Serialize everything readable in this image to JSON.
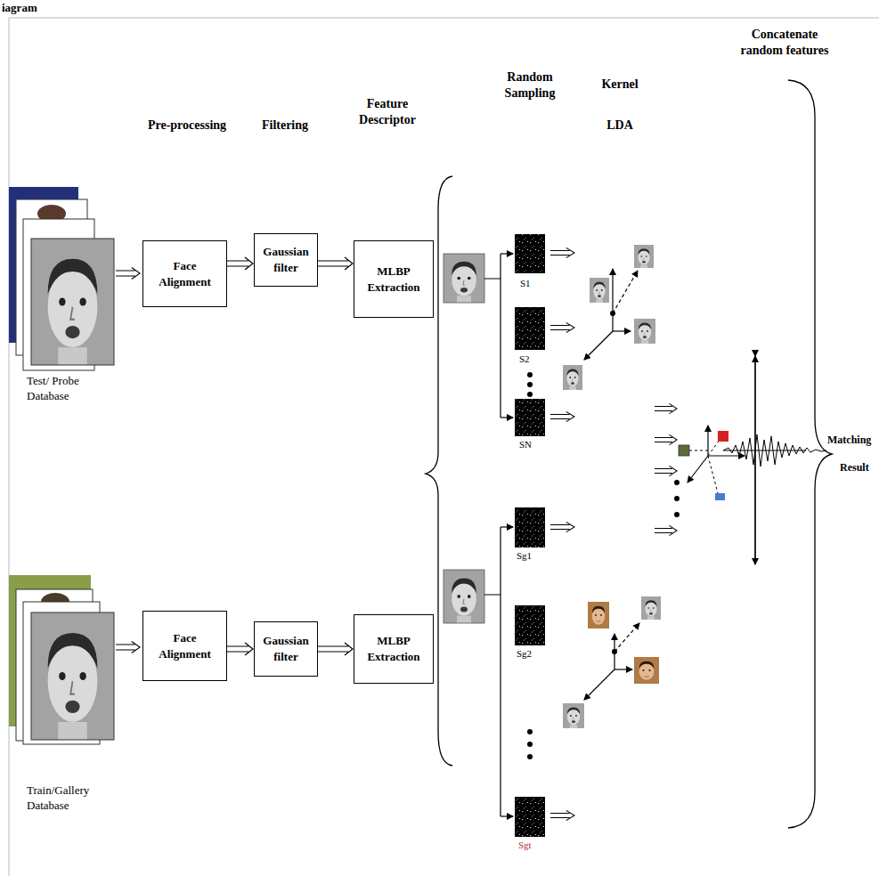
{
  "diagram": {
    "nodes": [
      {
        "text": [
          "Face Alignment"
        ]
      },
      {
        "text": [
          "Gaussian filter"
        ]
      },
      {
        "text": [
          "MLBP Extraction"
        ]
      },
      {
        "text": [
          "Face Alignment"
        ]
      },
      {
        "text": [
          "Gaussian filter"
        ]
      },
      {
        "text": [
          "MLBP Extraction"
        ]
      }
    ],
    "edges": [
      {
        "from": 0,
        "to": 1,
        "arrow": "to"
      },
      {
        "from": 1,
        "to": 2,
        "arrow": "to"
      },
      {
        "from": 3,
        "to": 4,
        "arrow": "to"
      },
      {
        "from": 4,
        "to": 5,
        "arrow": "to"
      }
    ],
    "labels": [
      "iagram",
      "Pre-processing",
      "Filtering",
      "Feature Descriptor",
      "Random Sampling",
      "Kernel",
      "LDA",
      "Concatenate random features",
      "Test/ Probe Database",
      "Train/Gallery Database",
      "S1",
      "S2",
      "SN",
      "Sg1",
      "Sg2",
      "Sgt",
      "Matching",
      "Result"
    ]
  }
}
